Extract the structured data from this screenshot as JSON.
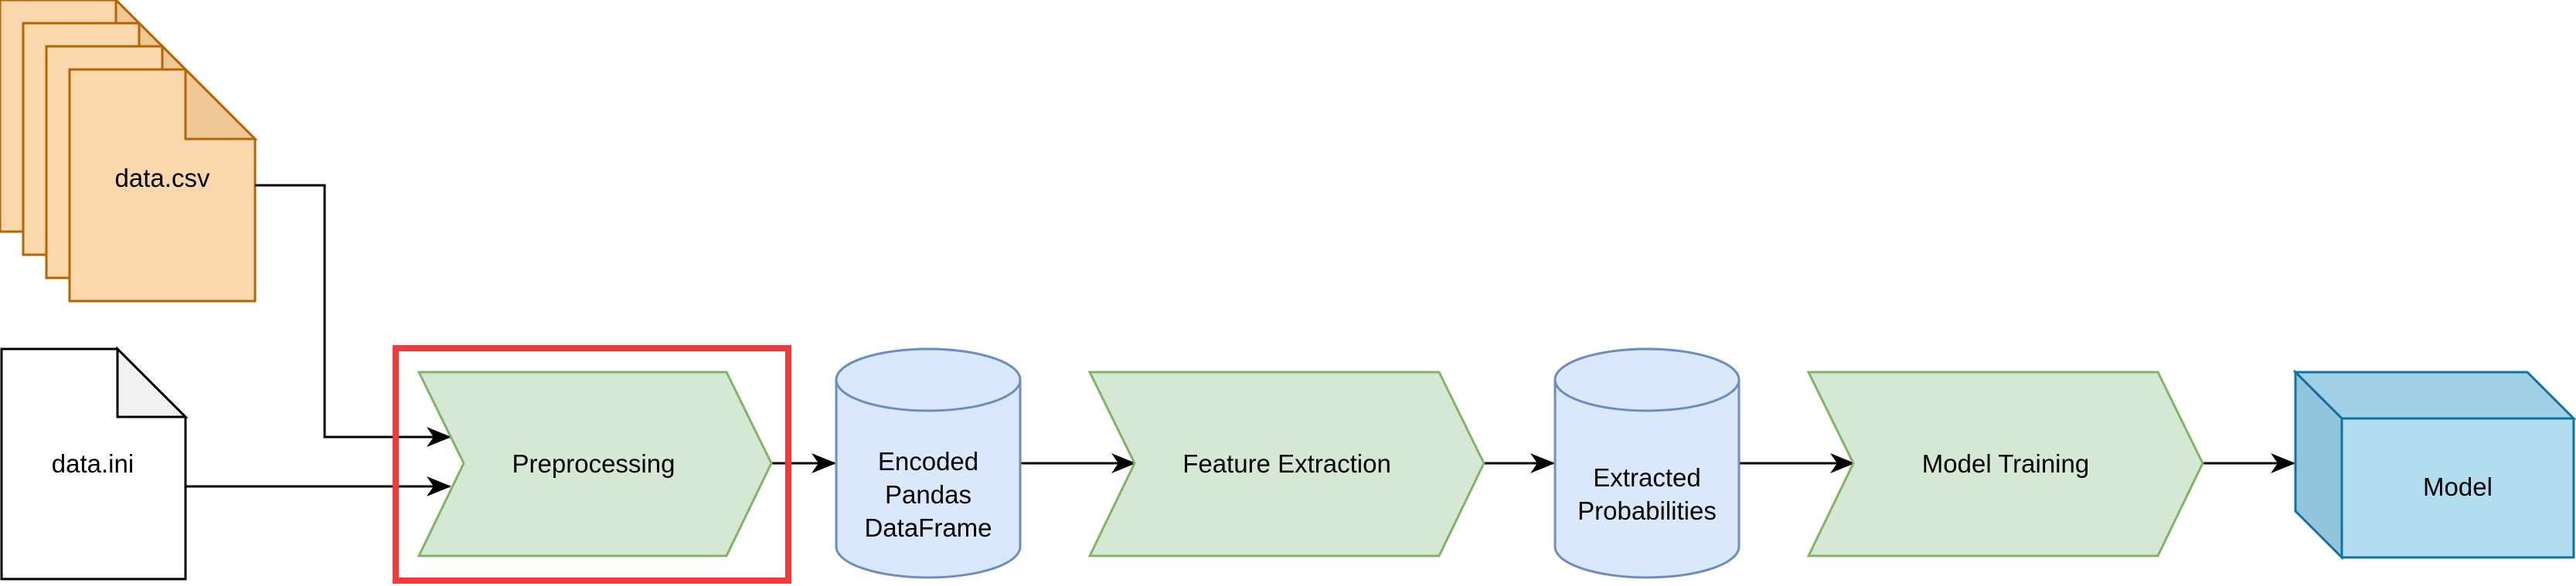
{
  "diagram": {
    "csv_file": {
      "label": "data.csv",
      "shape": "stacked-documents"
    },
    "ini_file": {
      "label": "data.ini",
      "shape": "document"
    },
    "preprocessing": {
      "label": "Preprocessing",
      "shape": "process-step",
      "highlighted": true
    },
    "encoded_dataframe": {
      "lines": [
        "Encoded",
        "Pandas",
        "DataFrame"
      ],
      "shape": "database-cylinder"
    },
    "feature_extraction": {
      "label": "Feature Extraction",
      "shape": "process-step"
    },
    "extracted_probabilities": {
      "lines": [
        "Extracted",
        "Probabilities"
      ],
      "shape": "database-cylinder"
    },
    "model_training": {
      "label": "Model Training",
      "shape": "process-step"
    },
    "model": {
      "label": "Model",
      "shape": "cube"
    }
  },
  "colors": {
    "csv_fill": "#fad7ac",
    "csv_fold": "#f0c896",
    "csv_stroke": "#b46504",
    "ini_fill": "#ffffff",
    "ini_fold": "#f2f2f2",
    "ini_stroke": "#000000",
    "process_fill": "#d5e8d4",
    "process_stroke": "#82b366",
    "cylinder_fill": "#dae8fc",
    "cylinder_stroke": "#6c8ebf",
    "cube_front": "#b1ddf0",
    "cube_top": "#a0d0e8",
    "cube_side": "#92c4dd",
    "cube_stroke": "#10739e",
    "highlight": "#ef3b3b",
    "connector": "#000000"
  }
}
